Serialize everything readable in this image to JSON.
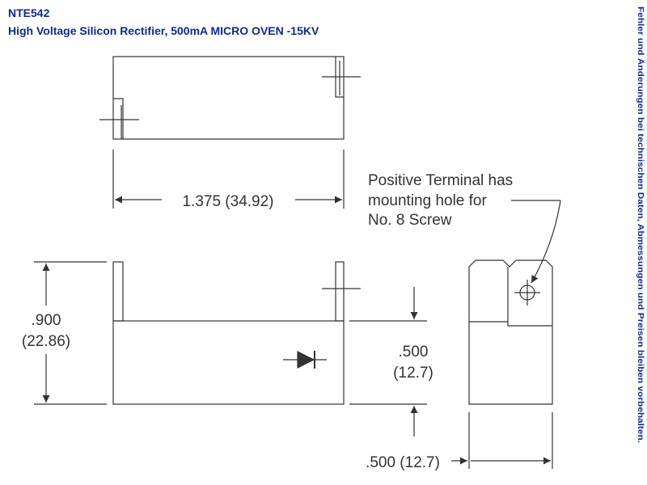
{
  "header": {
    "part_number": "NTE542",
    "title": "High Voltage Silicon Rectifier, 500mA MICRO OVEN -15KV"
  },
  "side_note": "Fehler und Änderungen bei technischen Daten, Abmessungen und Preisen bleiben vorbehalten.",
  "dimensions": {
    "length": "1.375 (34.92)",
    "height_in": ".900",
    "height_mm": "(22.86)",
    "body_in": ".500",
    "body_mm": "(12.7)",
    "width": ".500 (12.7)"
  },
  "callout": {
    "line1": "Positive Terminal has",
    "line2": "mounting hole for",
    "line3": "No. 8 Screw"
  },
  "colors": {
    "header": "#0d2b8c",
    "drawing": "#333333"
  }
}
